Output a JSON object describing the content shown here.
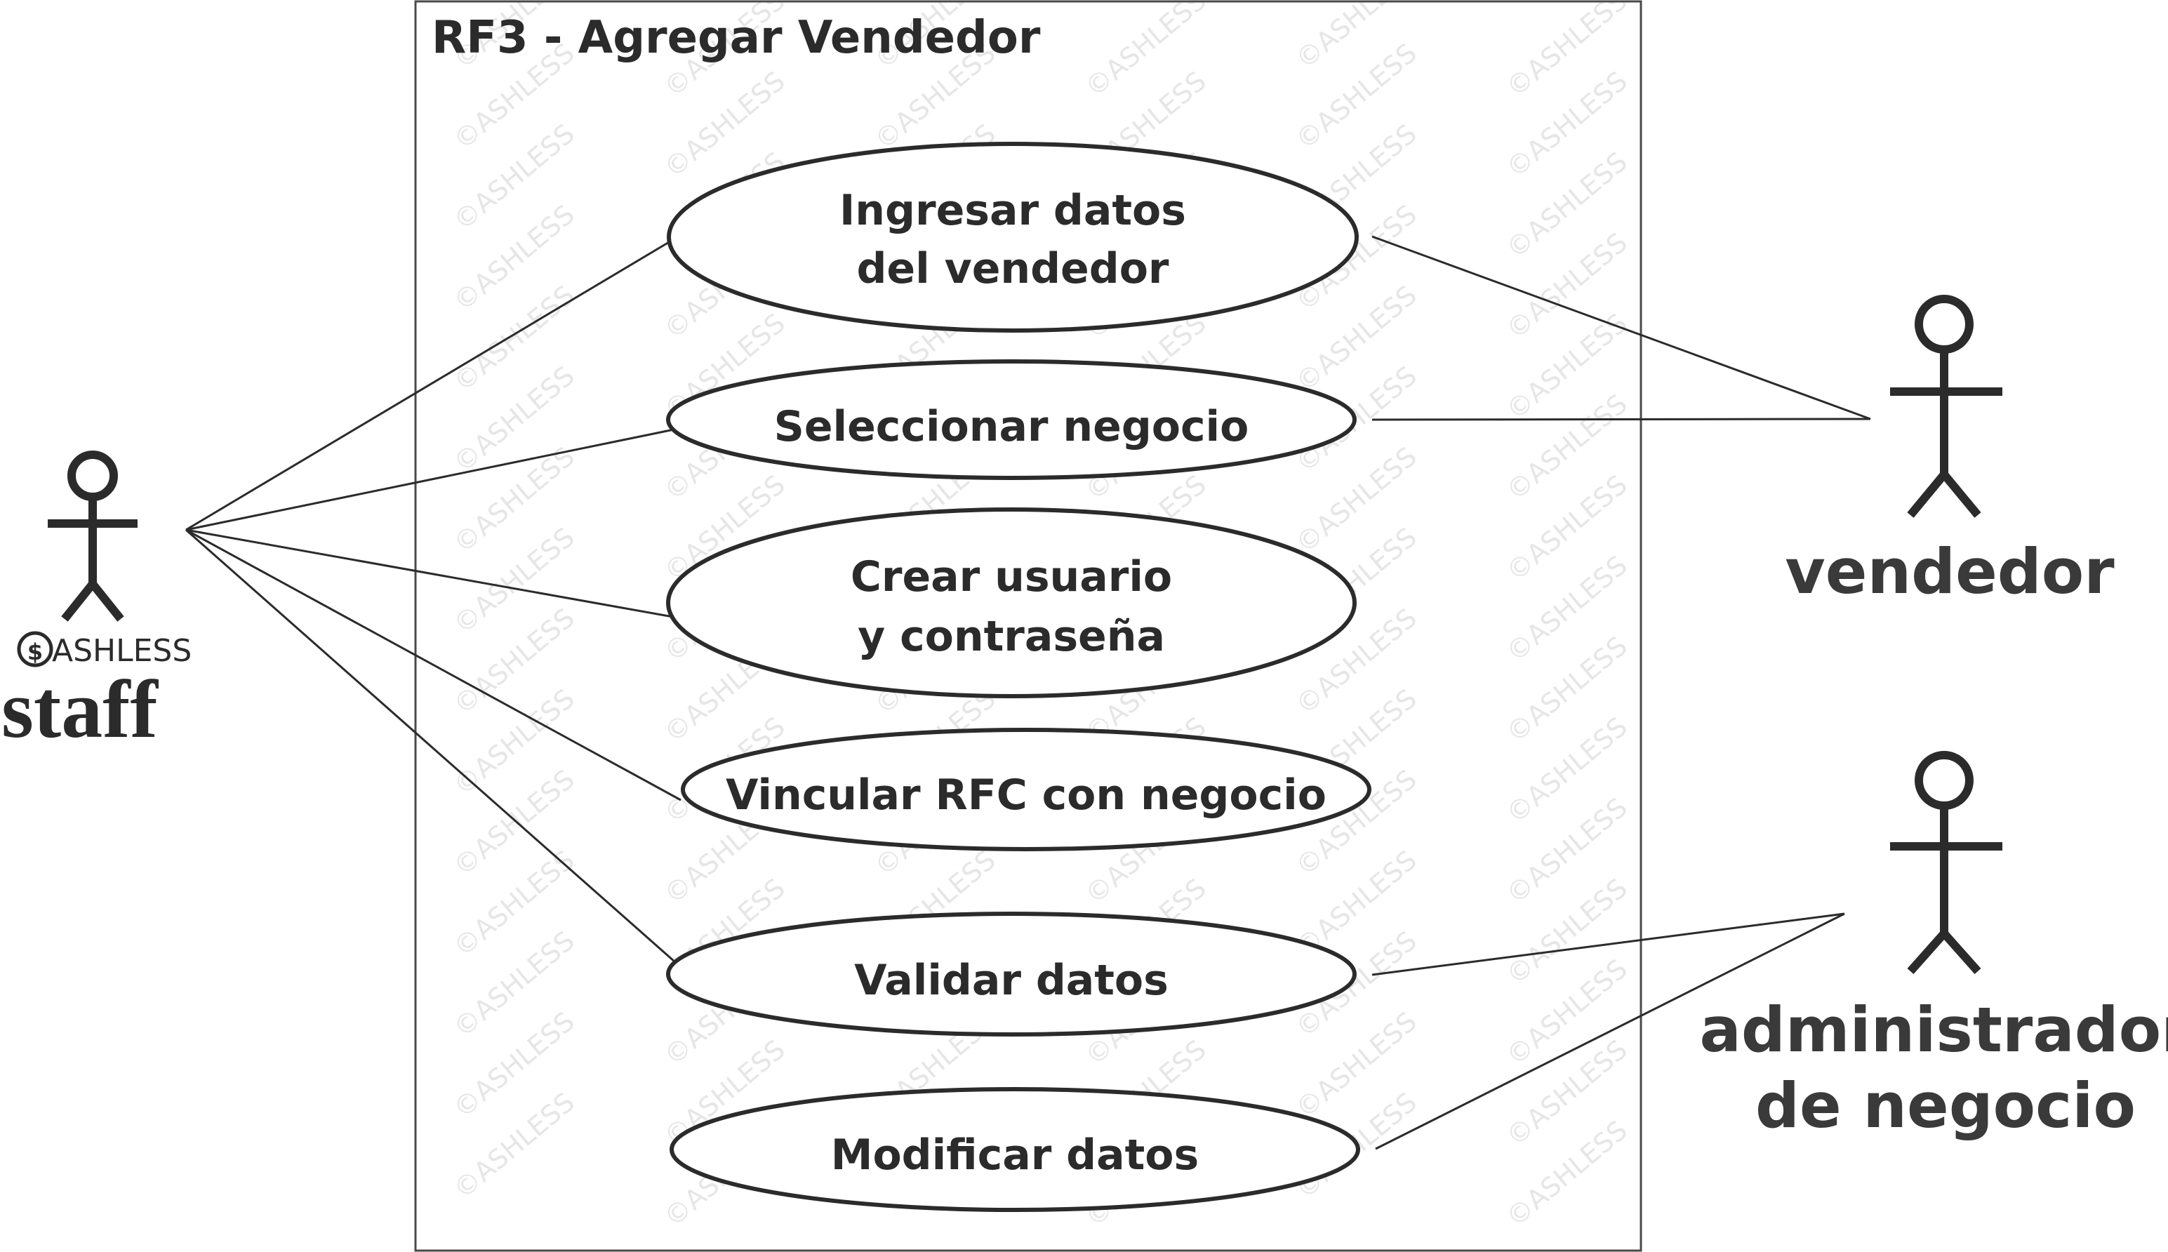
{
  "diagram": {
    "title": "RF3 - Agregar Vendedor",
    "watermark": "©ASHLESS",
    "use_cases": [
      {
        "id": "uc1",
        "lines": [
          "Ingresar datos",
          "del vendedor"
        ]
      },
      {
        "id": "uc2",
        "lines": [
          "Seleccionar negocio"
        ]
      },
      {
        "id": "uc3",
        "lines": [
          "Crear usuario",
          "y contraseña"
        ]
      },
      {
        "id": "uc4",
        "lines": [
          "Vincular RFC con negocio"
        ]
      },
      {
        "id": "uc5",
        "lines": [
          "Validar datos"
        ]
      },
      {
        "id": "uc6",
        "lines": [
          "Modificar datos"
        ]
      }
    ],
    "actors": {
      "staff": {
        "brand": "ASHLESS",
        "brand_symbol": "$",
        "label": "staff"
      },
      "vendedor": {
        "label": "vendedor"
      },
      "admin": {
        "lines": [
          "administrador",
          "de negocio"
        ]
      }
    },
    "associations": [
      {
        "actor": "staff",
        "use_case": "uc1"
      },
      {
        "actor": "staff",
        "use_case": "uc2"
      },
      {
        "actor": "staff",
        "use_case": "uc3"
      },
      {
        "actor": "staff",
        "use_case": "uc4"
      },
      {
        "actor": "staff",
        "use_case": "uc5"
      },
      {
        "actor": "vendedor",
        "use_case": "uc1"
      },
      {
        "actor": "vendedor",
        "use_case": "uc2"
      },
      {
        "actor": "admin",
        "use_case": "uc5"
      },
      {
        "actor": "admin",
        "use_case": "uc6"
      }
    ],
    "colors": {
      "stroke": "#2b2b2b",
      "watermark": "#e6e6e6"
    }
  }
}
